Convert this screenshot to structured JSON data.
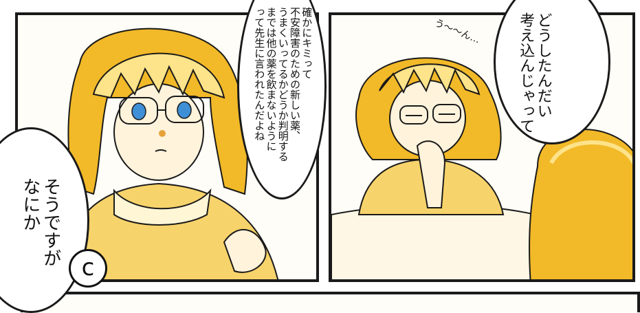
{
  "speech": {
    "center": "確かにキミって\n不安障害のための新しい薬、\nうまくいってるかどうか判明する\nまでは他の薬を飲まないように\nって先生に言われたんだよね",
    "right": "どうしたんだい\n考え込んじゃって",
    "left": "そうですが\nなにか"
  },
  "sfx": {
    "sigh": "う〜〜ん…"
  },
  "mark": {
    "copyright": "c"
  },
  "colors": {
    "hair": "#f2b928",
    "hair_light": "#fde38a",
    "skin": "#fff3dc",
    "sweater": "#f7d36b",
    "ink": "#1a1a1a",
    "eyes": "#3f8fd6"
  }
}
